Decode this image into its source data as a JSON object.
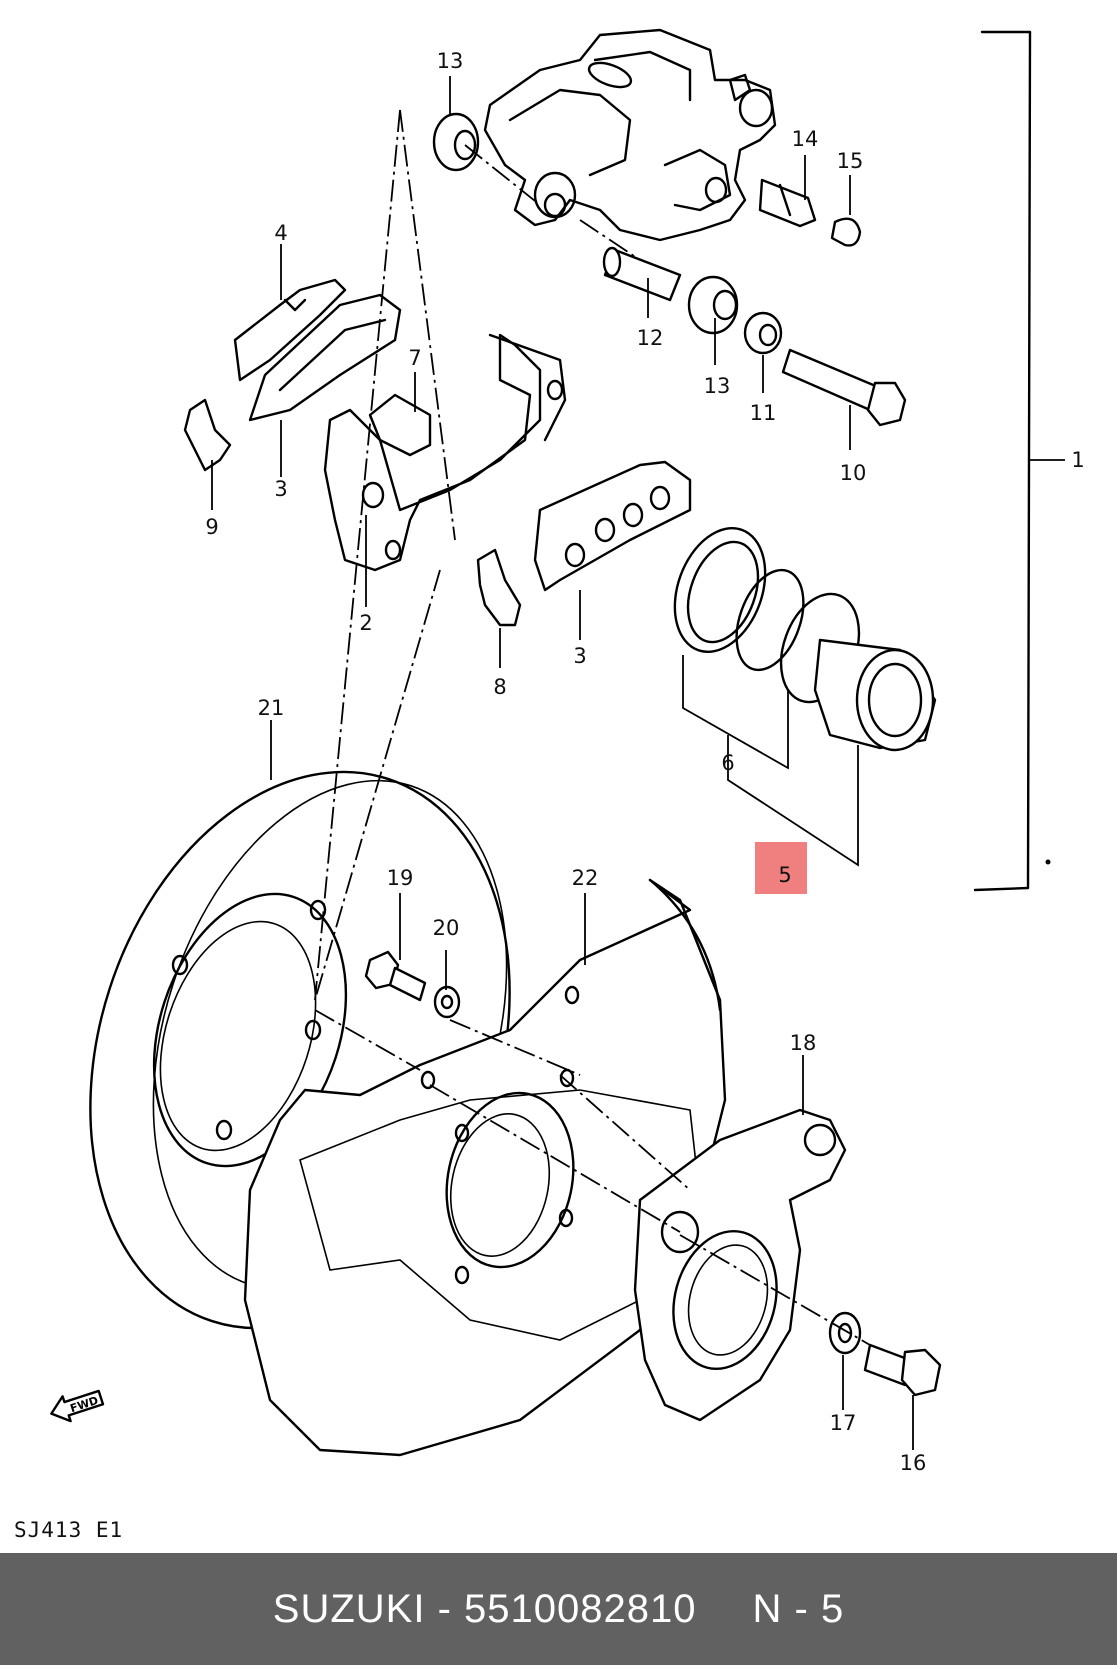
{
  "diagram": {
    "code": "SJ413  E1",
    "fwd_label": "FWD",
    "highlight_color": "#f08080",
    "callouts": {
      "c1": "1",
      "c2": "2",
      "c3a": "3",
      "c3b": "3",
      "c4": "4",
      "c5": "5",
      "c6": "6",
      "c7": "7",
      "c8": "8",
      "c9": "9",
      "c10": "10",
      "c11": "11",
      "c12": "12",
      "c13a": "13",
      "c13b": "13",
      "c14": "14",
      "c15": "15",
      "c16": "16",
      "c17": "17",
      "c18": "18",
      "c19": "19",
      "c20": "20",
      "c21": "21",
      "c22": "22"
    }
  },
  "footer": {
    "brand": "SUZUKI",
    "separator": "-",
    "part_number": "5510082810",
    "ref_label": "N - 5"
  }
}
